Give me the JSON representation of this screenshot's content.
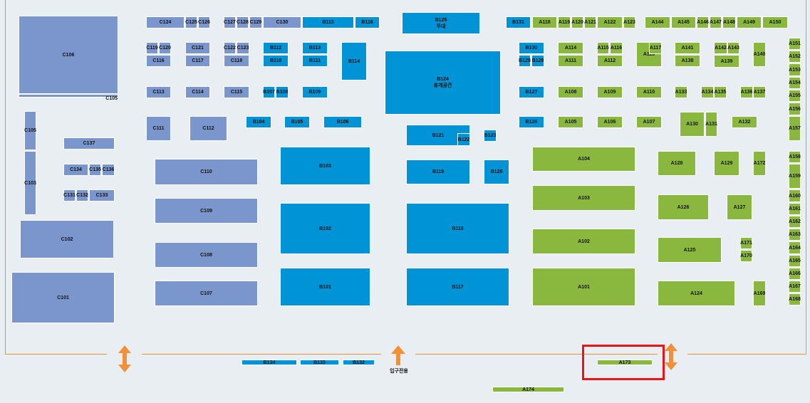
{
  "colors": {
    "zone_c": "#7b96cc",
    "zone_b": "#0093d6",
    "zone_a": "#8ab83f",
    "border": "#f0913a",
    "highlight": "#e8141a"
  },
  "entrance_label": "입구전용",
  "booths": [
    {
      "id": "C106",
      "zone": "C"
    },
    {
      "id": "C105",
      "zone": "C"
    },
    {
      "id": "C124",
      "zone": "C"
    },
    {
      "id": "C125",
      "zone": "C"
    },
    {
      "id": "C126",
      "zone": "C"
    },
    {
      "id": "C127",
      "zone": "C"
    },
    {
      "id": "C128",
      "zone": "C"
    },
    {
      "id": "C129",
      "zone": "C"
    },
    {
      "id": "C130",
      "zone": "C"
    },
    {
      "id": "C119",
      "zone": "C"
    },
    {
      "id": "C120",
      "zone": "C"
    },
    {
      "id": "C116",
      "zone": "C"
    },
    {
      "id": "C121",
      "zone": "C"
    },
    {
      "id": "C117",
      "zone": "C"
    },
    {
      "id": "C122",
      "zone": "C"
    },
    {
      "id": "C123",
      "zone": "C"
    },
    {
      "id": "C118",
      "zone": "C"
    },
    {
      "id": "C113",
      "zone": "C"
    },
    {
      "id": "C114",
      "zone": "C"
    },
    {
      "id": "C115",
      "zone": "C"
    },
    {
      "id": "C111",
      "zone": "C"
    },
    {
      "id": "C112",
      "zone": "C"
    },
    {
      "id": "C105",
      "zone": "C"
    },
    {
      "id": "C103",
      "zone": "C"
    },
    {
      "id": "C137",
      "zone": "C"
    },
    {
      "id": "C134",
      "zone": "C"
    },
    {
      "id": "C135",
      "zone": "C"
    },
    {
      "id": "C136",
      "zone": "C"
    },
    {
      "id": "C131",
      "zone": "C"
    },
    {
      "id": "C132",
      "zone": "C"
    },
    {
      "id": "C133",
      "zone": "C"
    },
    {
      "id": "C110",
      "zone": "C"
    },
    {
      "id": "C109",
      "zone": "C"
    },
    {
      "id": "C108",
      "zone": "C"
    },
    {
      "id": "C107",
      "zone": "C"
    },
    {
      "id": "C102",
      "zone": "C"
    },
    {
      "id": "C101",
      "zone": "C"
    },
    {
      "id": "B115",
      "zone": "B"
    },
    {
      "id": "B116",
      "zone": "B"
    },
    {
      "id": "B125",
      "zone": "B",
      "sub": "무대"
    },
    {
      "id": "B131",
      "zone": "B"
    },
    {
      "id": "B112",
      "zone": "B"
    },
    {
      "id": "B110",
      "zone": "B"
    },
    {
      "id": "B113",
      "zone": "B"
    },
    {
      "id": "B111",
      "zone": "B"
    },
    {
      "id": "B114",
      "zone": "B"
    },
    {
      "id": "B107",
      "zone": "B"
    },
    {
      "id": "B108",
      "zone": "B"
    },
    {
      "id": "B109",
      "zone": "B"
    },
    {
      "id": "B104",
      "zone": "B"
    },
    {
      "id": "B105",
      "zone": "B"
    },
    {
      "id": "B106",
      "zone": "B"
    },
    {
      "id": "B124",
      "zone": "B",
      "sub": "휴게공간"
    },
    {
      "id": "B121",
      "zone": "B"
    },
    {
      "id": "B122",
      "zone": "B"
    },
    {
      "id": "B123",
      "zone": "B"
    },
    {
      "id": "B103",
      "zone": "B"
    },
    {
      "id": "B119",
      "zone": "B"
    },
    {
      "id": "B120",
      "zone": "B"
    },
    {
      "id": "B102",
      "zone": "B"
    },
    {
      "id": "B118",
      "zone": "B"
    },
    {
      "id": "B101",
      "zone": "B"
    },
    {
      "id": "B117",
      "zone": "B"
    },
    {
      "id": "B130",
      "zone": "B"
    },
    {
      "id": "B128",
      "zone": "B"
    },
    {
      "id": "B129",
      "zone": "B"
    },
    {
      "id": "B127",
      "zone": "B"
    },
    {
      "id": "B126",
      "zone": "B"
    },
    {
      "id": "B134",
      "zone": "B"
    },
    {
      "id": "B133",
      "zone": "B"
    },
    {
      "id": "B132",
      "zone": "B"
    },
    {
      "id": "A118",
      "zone": "A"
    },
    {
      "id": "A119",
      "zone": "A"
    },
    {
      "id": "A120",
      "zone": "A"
    },
    {
      "id": "A121",
      "zone": "A"
    },
    {
      "id": "A122",
      "zone": "A"
    },
    {
      "id": "A123",
      "zone": "A"
    },
    {
      "id": "A144",
      "zone": "A"
    },
    {
      "id": "A145",
      "zone": "A"
    },
    {
      "id": "A146",
      "zone": "A"
    },
    {
      "id": "A147",
      "zone": "A"
    },
    {
      "id": "A148",
      "zone": "A"
    },
    {
      "id": "A149",
      "zone": "A"
    },
    {
      "id": "A150",
      "zone": "A"
    },
    {
      "id": "A114",
      "zone": "A"
    },
    {
      "id": "A111",
      "zone": "A"
    },
    {
      "id": "A115",
      "zone": "A"
    },
    {
      "id": "A116",
      "zone": "A"
    },
    {
      "id": "A112",
      "zone": "A"
    },
    {
      "id": "A113",
      "zone": "A"
    },
    {
      "id": "A117",
      "zone": "A"
    },
    {
      "id": "A141",
      "zone": "A"
    },
    {
      "id": "A138",
      "zone": "A"
    },
    {
      "id": "A142",
      "zone": "A"
    },
    {
      "id": "A143",
      "zone": "A"
    },
    {
      "id": "A139",
      "zone": "A"
    },
    {
      "id": "A140",
      "zone": "A"
    },
    {
      "id": "A151",
      "zone": "A"
    },
    {
      "id": "A152",
      "zone": "A"
    },
    {
      "id": "A153",
      "zone": "A"
    },
    {
      "id": "A154",
      "zone": "A"
    },
    {
      "id": "A155",
      "zone": "A"
    },
    {
      "id": "A156",
      "zone": "A"
    },
    {
      "id": "A157",
      "zone": "A"
    },
    {
      "id": "A108",
      "zone": "A"
    },
    {
      "id": "A109",
      "zone": "A"
    },
    {
      "id": "A110",
      "zone": "A"
    },
    {
      "id": "A133",
      "zone": "A"
    },
    {
      "id": "A134",
      "zone": "A"
    },
    {
      "id": "A135",
      "zone": "A"
    },
    {
      "id": "A136",
      "zone": "A"
    },
    {
      "id": "A137",
      "zone": "A"
    },
    {
      "id": "A105",
      "zone": "A"
    },
    {
      "id": "A106",
      "zone": "A"
    },
    {
      "id": "A107",
      "zone": "A"
    },
    {
      "id": "A130",
      "zone": "A"
    },
    {
      "id": "A131",
      "zone": "A"
    },
    {
      "id": "A132",
      "zone": "A"
    },
    {
      "id": "A104",
      "zone": "A"
    },
    {
      "id": "A128",
      "zone": "A"
    },
    {
      "id": "A129",
      "zone": "A"
    },
    {
      "id": "A172",
      "zone": "A"
    },
    {
      "id": "A158",
      "zone": "A"
    },
    {
      "id": "A159",
      "zone": "A"
    },
    {
      "id": "A103",
      "zone": "A"
    },
    {
      "id": "A126",
      "zone": "A"
    },
    {
      "id": "A127",
      "zone": "A"
    },
    {
      "id": "A160",
      "zone": "A"
    },
    {
      "id": "A161",
      "zone": "A"
    },
    {
      "id": "A162",
      "zone": "A"
    },
    {
      "id": "A163",
      "zone": "A"
    },
    {
      "id": "A164",
      "zone": "A"
    },
    {
      "id": "A165",
      "zone": "A"
    },
    {
      "id": "A166",
      "zone": "A"
    },
    {
      "id": "A167",
      "zone": "A"
    },
    {
      "id": "A168",
      "zone": "A"
    },
    {
      "id": "A102",
      "zone": "A"
    },
    {
      "id": "A125",
      "zone": "A"
    },
    {
      "id": "A171",
      "zone": "A"
    },
    {
      "id": "A170",
      "zone": "A"
    },
    {
      "id": "A101",
      "zone": "A"
    },
    {
      "id": "A124",
      "zone": "A"
    },
    {
      "id": "A169",
      "zone": "A"
    },
    {
      "id": "A173",
      "zone": "A",
      "highlighted": true
    },
    {
      "id": "A174",
      "zone": "A"
    }
  ]
}
